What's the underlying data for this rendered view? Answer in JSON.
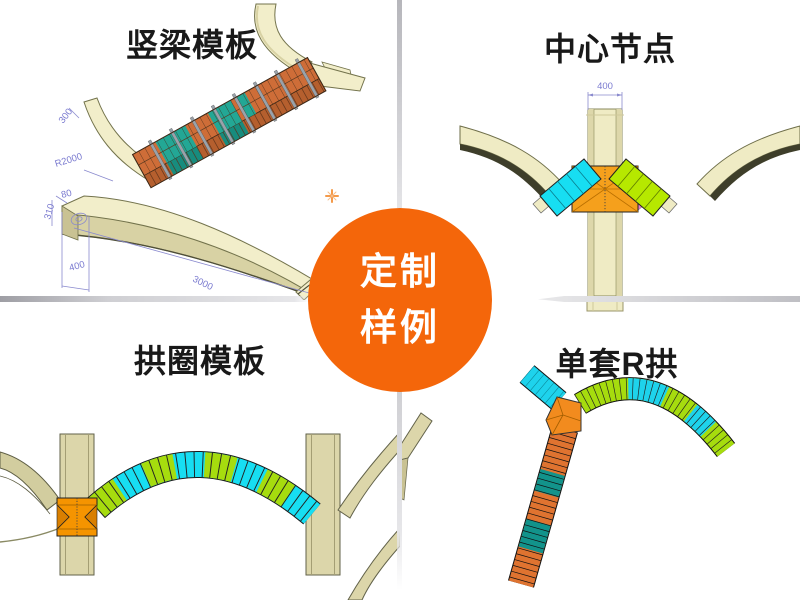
{
  "badge": {
    "line1": "定制",
    "line2": "样例",
    "bg_color": "#F4660A",
    "text_color": "#FFFFFF"
  },
  "quadrants": [
    {
      "title": "竖梁模板",
      "dimensions": {
        "d300": "300",
        "r2000": "R2000",
        "d80": "80",
        "d310": "310",
        "d400": "400",
        "d3000": "3000"
      }
    },
    {
      "title": "中心节点",
      "dimensions": {
        "d400": "400"
      }
    },
    {
      "title": "拱圈模板"
    },
    {
      "title": "单套R拱"
    }
  ],
  "colors": {
    "badge_orange": "#F4660A",
    "panel_orange": "#D4703A",
    "panel_teal": "#23A795",
    "panel_cyan": "#17DEF2",
    "panel_green": "#A6DC0E",
    "node_orange": "#F59400",
    "beam_cream": "#F2EECA",
    "dimension_blue": "#7B7BD0",
    "divider_gray": "#C9C9CD"
  }
}
